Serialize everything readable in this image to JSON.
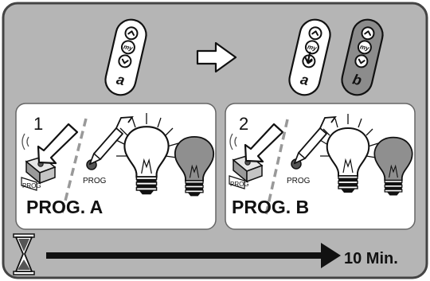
{
  "remotes": {
    "remote_a_top_label": "a",
    "remote_a_copy_label": "a",
    "remote_b_label": "b",
    "my_button": "my"
  },
  "steps": [
    {
      "number": "1",
      "prog_small": "PROG",
      "prog_tag": "PROG",
      "title": "PROG. A"
    },
    {
      "number": "2",
      "prog_small": "PROG",
      "prog_tag": "PROG",
      "title": "PROG. B"
    }
  ],
  "timer": {
    "label": "10 Min."
  },
  "colors": {
    "frame": "#b5b5b5",
    "panel": "#ffffff",
    "remote_b": "#8c8c8c",
    "bulb_off": "#8f8f8f",
    "ink": "#111111"
  }
}
